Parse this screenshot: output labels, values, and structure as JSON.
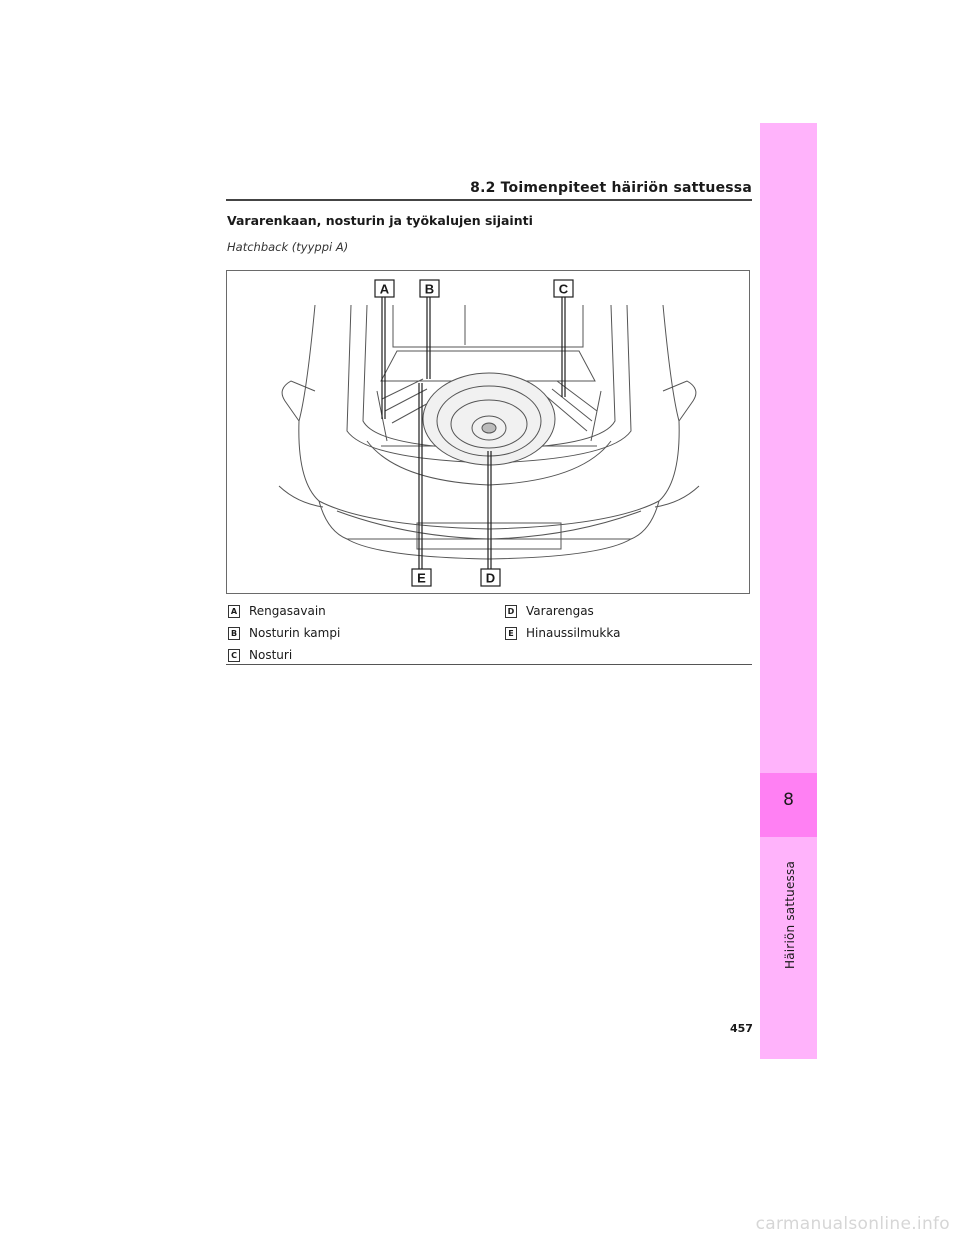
{
  "header": {
    "section_title": "8.2  Toimenpiteet häiriön sattuessa"
  },
  "content": {
    "heading": "Vararenkaan, nosturin ja työkalujen sijainti",
    "subheading": "Hatchback (tyyppi A)"
  },
  "figure": {
    "callouts": [
      "A",
      "B",
      "C",
      "D",
      "E"
    ]
  },
  "legend": {
    "items": [
      {
        "key": "A",
        "label": "Rengasavain"
      },
      {
        "key": "B",
        "label": "Nosturin kampi"
      },
      {
        "key": "C",
        "label": "Nosturi"
      },
      {
        "key": "D",
        "label": "Vararengas"
      },
      {
        "key": "E",
        "label": "Hinaussilmukka"
      }
    ]
  },
  "side_tab": {
    "chapter_number": "8",
    "chapter_title": "Häiriön sattuessa",
    "color": "#ffb3fb",
    "active_color": "#ff80f3"
  },
  "footer": {
    "page_number": "457",
    "watermark": "carmanualsonline.info"
  }
}
